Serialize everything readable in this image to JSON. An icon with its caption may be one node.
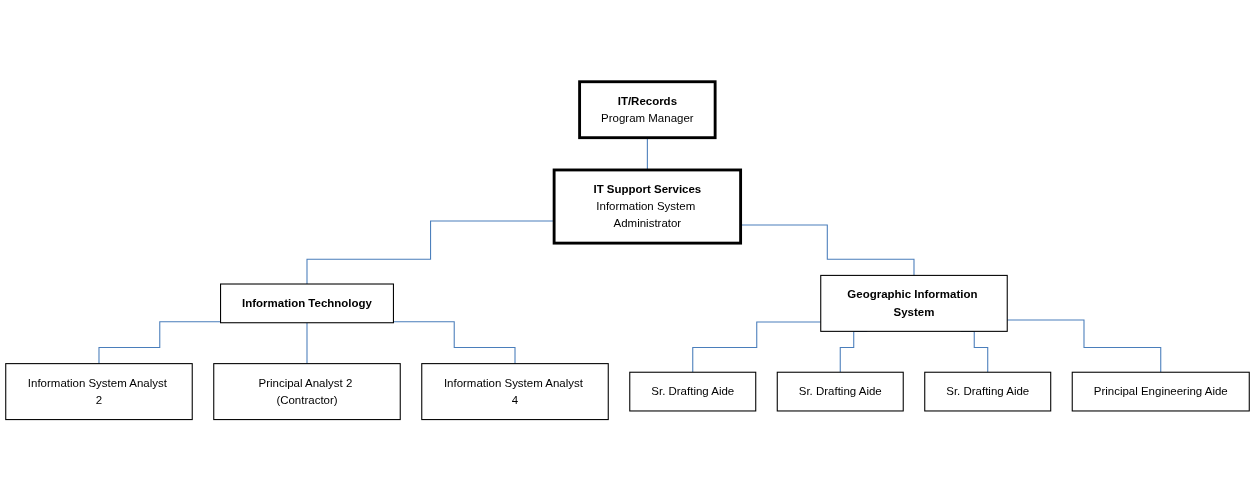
{
  "diagram": {
    "nodes": [
      {
        "text": [
          "IT/Records",
          "Program Manager"
        ]
      },
      {
        "text": [
          "IT Support Services",
          "Information System Administrator"
        ]
      },
      {
        "text": [
          "Information Technology"
        ]
      },
      {
        "text": [
          "Geographic Information System"
        ]
      },
      {
        "text": [
          "Information System Analyst 2"
        ]
      },
      {
        "text": [
          "Principal Analyst 2 (Contractor)"
        ]
      },
      {
        "text": [
          "Information System Analyst 4"
        ]
      },
      {
        "text": [
          "Sr. Drafting Aide"
        ]
      },
      {
        "text": [
          "Sr. Drafting Aide"
        ]
      },
      {
        "text": [
          "Sr. Drafting Aide"
        ]
      },
      {
        "text": [
          "Principal Engineering Aide"
        ]
      }
    ],
    "edges": [
      {
        "from": 0,
        "to": 1,
        "arrow": "none"
      },
      {
        "from": 1,
        "to": 2,
        "arrow": "none"
      },
      {
        "from": 1,
        "to": 3,
        "arrow": "none"
      },
      {
        "from": 2,
        "to": 4,
        "arrow": "none"
      },
      {
        "from": 2,
        "to": 5,
        "arrow": "none"
      },
      {
        "from": 2,
        "to": 6,
        "arrow": "none"
      },
      {
        "from": 3,
        "to": 7,
        "arrow": "none"
      },
      {
        "from": 3,
        "to": 8,
        "arrow": "none"
      },
      {
        "from": 3,
        "to": 9,
        "arrow": "none"
      },
      {
        "from": 3,
        "to": 10,
        "arrow": "none"
      }
    ]
  }
}
